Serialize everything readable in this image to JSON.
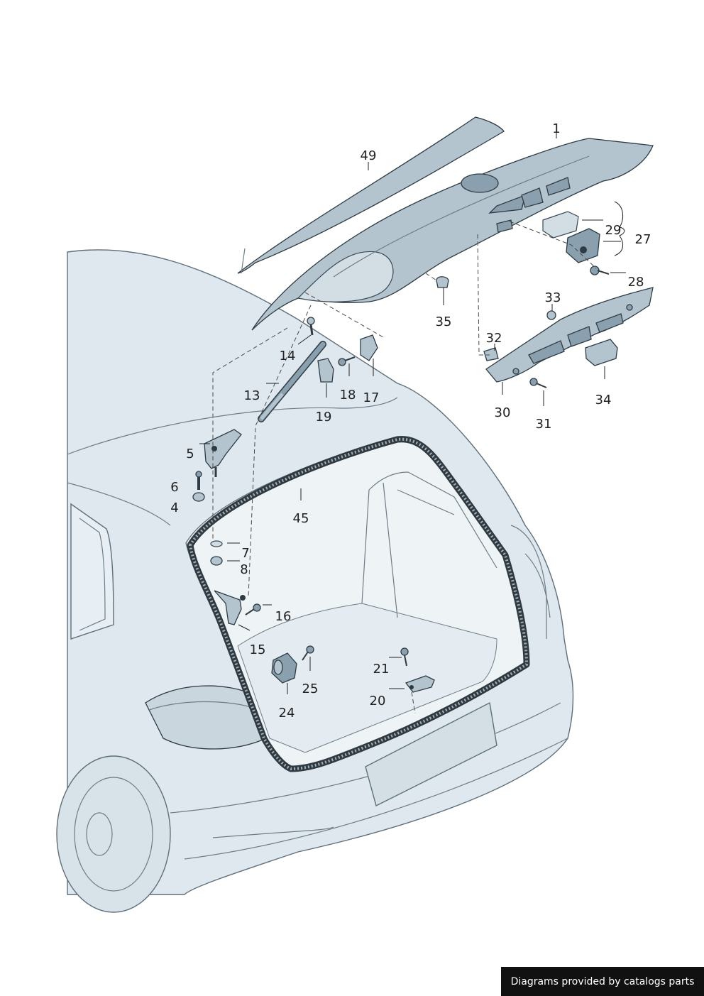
{
  "callouts": {
    "c1": "1",
    "c4": "4",
    "c5": "5",
    "c6": "6",
    "c7": "7",
    "c8": "8",
    "c13": "13",
    "c14": "14",
    "c15": "15",
    "c16": "16",
    "c17": "17",
    "c18": "18",
    "c19": "19",
    "c20": "20",
    "c21": "21",
    "c24": "24",
    "c25": "25",
    "c27": "27",
    "c28": "28",
    "c29": "29",
    "c30": "30",
    "c31": "31",
    "c32": "32",
    "c33": "33",
    "c34": "34",
    "c35": "35",
    "c45": "45",
    "c49": "49"
  },
  "watermark": "Diagrams provided by catalogs parts",
  "colors": {
    "body_fill": "#dfe8ee",
    "part_dark": "#8aa0ae",
    "watermark_bg": "#111111"
  }
}
